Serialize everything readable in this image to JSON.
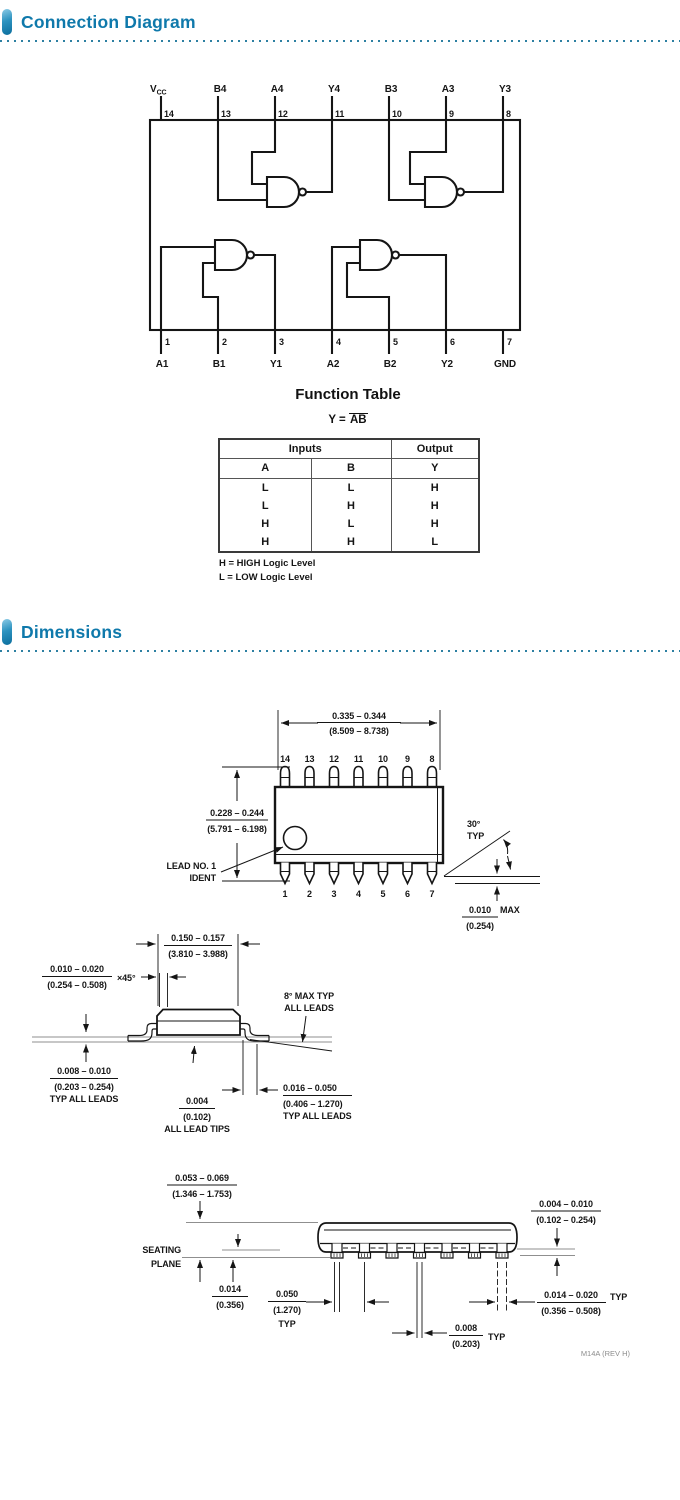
{
  "theme": {
    "accent_blue": "#0f79ab",
    "separator_blue": "#2d80a2",
    "ink": "#151515",
    "page_bg": "#ffffff"
  },
  "sections": [
    {
      "title": "Connection Diagram"
    },
    {
      "title": "Dimensions"
    }
  ],
  "connection_diagram": {
    "vcc_label": {
      "base": "V",
      "sub": "CC"
    },
    "top_pin_numbers": [
      "14",
      "13",
      "12",
      "11",
      "10",
      "9",
      "8"
    ],
    "top_pin_labels": [
      "B4",
      "A4",
      "Y4",
      "B3",
      "A3",
      "Y3"
    ],
    "bottom_pin_numbers": [
      "1",
      "2",
      "3",
      "4",
      "5",
      "6",
      "7"
    ],
    "bottom_pin_labels": [
      "A1",
      "B1",
      "Y1",
      "A2",
      "B2",
      "Y2",
      "GND"
    ]
  },
  "function_table": {
    "title": "Function Table",
    "equation_lhs": "Y =",
    "equation_overlined": "AB",
    "inputs_header": "Inputs",
    "output_header": "Output",
    "columns": [
      "A",
      "B",
      "Y"
    ],
    "rows": [
      [
        "L",
        "L",
        "H"
      ],
      [
        "L",
        "H",
        "H"
      ],
      [
        "H",
        "L",
        "H"
      ],
      [
        "H",
        "H",
        "L"
      ]
    ],
    "notes": [
      "H = HIGH Logic Level",
      "L = LOW Logic Level"
    ]
  },
  "dimensions": {
    "top_view": {
      "pin_numbers_top": [
        "14",
        "13",
        "12",
        "11",
        "10",
        "9",
        "8"
      ],
      "pin_numbers_bottom": [
        "1",
        "2",
        "3",
        "4",
        "5",
        "6",
        "7"
      ],
      "width_in": "0.335 – 0.344",
      "width_mm": "(8.509 – 8.738)",
      "height_in": "0.228 – 0.244",
      "height_mm": "(5.791 – 6.198)",
      "lead_ident_line1": "LEAD NO. 1",
      "lead_ident_line2": "IDENT",
      "lead_angle": "30°",
      "lead_angle_typ": "TYP",
      "standoff_in": "0.010",
      "standoff_max": "MAX",
      "standoff_mm": "(0.254)"
    },
    "side_view": {
      "body_width_in": "0.150 – 0.157",
      "body_width_mm": "(3.810 – 3.988)",
      "chamfer_in": "0.010 – 0.020",
      "chamfer_mm": "(0.254 – 0.508)",
      "chamfer_angle": "×45°",
      "lead_angle_line1": "8° MAX TYP",
      "lead_angle_line2": "ALL LEADS",
      "lead_thickness_in": "0.008 – 0.010",
      "lead_thickness_mm": "(0.203 – 0.254)",
      "lead_thickness_note": "TYP ALL LEADS",
      "tip_in": "0.004",
      "tip_mm": "(0.102)",
      "tip_note": "ALL LEAD TIPS",
      "foot_in": "0.016 – 0.050",
      "foot_mm": "(0.406 – 1.270)",
      "foot_note": "TYP ALL LEADS"
    },
    "front_view": {
      "height_in": "0.053 – 0.069",
      "height_mm": "(1.346 – 1.753)",
      "seating_line1": "SEATING",
      "seating_line2": "PLANE",
      "standoff_in": "0.014",
      "standoff_mm": "(0.356)",
      "pitch_in": "0.050",
      "pitch_mm": "(1.270)",
      "pitch_typ": "TYP",
      "web_in": "0.008",
      "web_mm": "(0.203)",
      "web_typ": "TYP",
      "foot_thickness_in": "0.004 – 0.010",
      "foot_thickness_mm": "(0.102 – 0.254)",
      "lead_width_in": "0.014 – 0.020",
      "lead_width_typ": "TYP",
      "lead_width_mm": "(0.356 – 0.508)",
      "drawing_ref": "M14A (REV H)"
    }
  }
}
